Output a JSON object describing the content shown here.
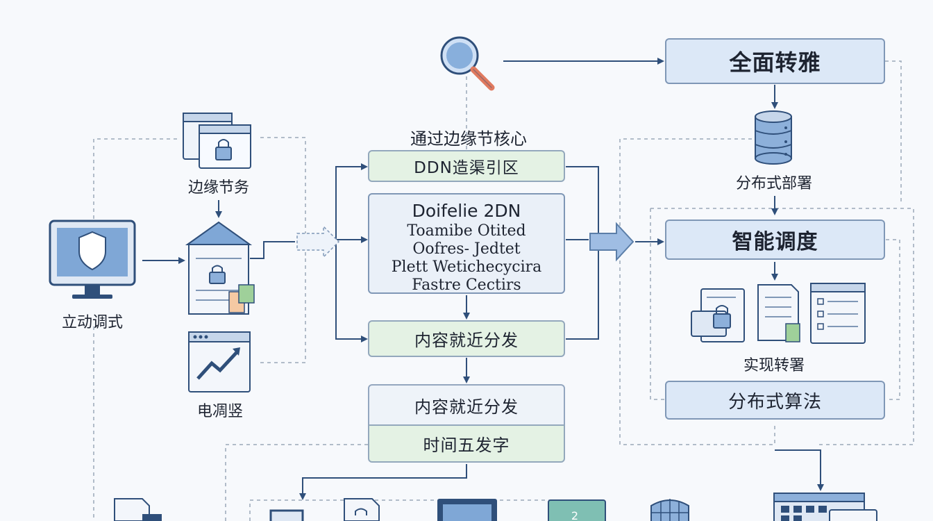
{
  "labels": {
    "top_right": "全面转雅",
    "center_title": "通过边缘节核心",
    "ddn_box": "DDN造渠引区",
    "center_lines": [
      "Doifelie 2DN",
      "Toamibe Otited",
      "Oofres- Jedtet",
      "Plett Wetichecycira",
      "Fastre Cectirs"
    ],
    "green_mid": "内容就近分发",
    "bottom_center_top": "内容就近分发",
    "bottom_center_bottom": "时间五发字",
    "left_label": "立动调式",
    "edge_service": "边缘节务",
    "chart_label": "电凋竖",
    "distributed_deploy": "分布式部署",
    "smart_schedule": "智能调度",
    "realize": "实现转署",
    "distributed_algo": "分布式算法",
    "teal_number": "2"
  },
  "colors": {
    "accent_blue": "#2f4f7a",
    "box_blue": "#dce8f7",
    "box_green": "#e4f2e4",
    "magnifier": "#4f86c6",
    "magnifier_handle": "#e07a5f"
  }
}
